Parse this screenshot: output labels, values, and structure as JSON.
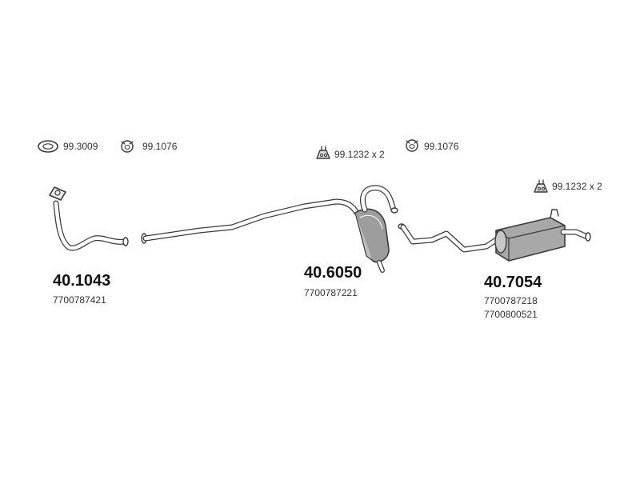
{
  "accessories": {
    "gasket": "99.3009",
    "clamp_left": "99.1076",
    "hanger_mid": "99.1232 x 2",
    "clamp_right": "99.1076",
    "hanger_right": "99.1232 x 2"
  },
  "parts": {
    "front_pipe": {
      "number": "40.1043",
      "oem": [
        "7700787421"
      ]
    },
    "middle_silencer": {
      "number": "40.6050",
      "oem": [
        "7700787221"
      ]
    },
    "rear_silencer": {
      "number": "40.7054",
      "oem": [
        "7700787218",
        "7700800521"
      ]
    }
  },
  "icons": {
    "gasket": "ring-gasket-icon",
    "clamp": "pipe-clamp-icon",
    "hanger": "rubber-hanger-icon"
  }
}
